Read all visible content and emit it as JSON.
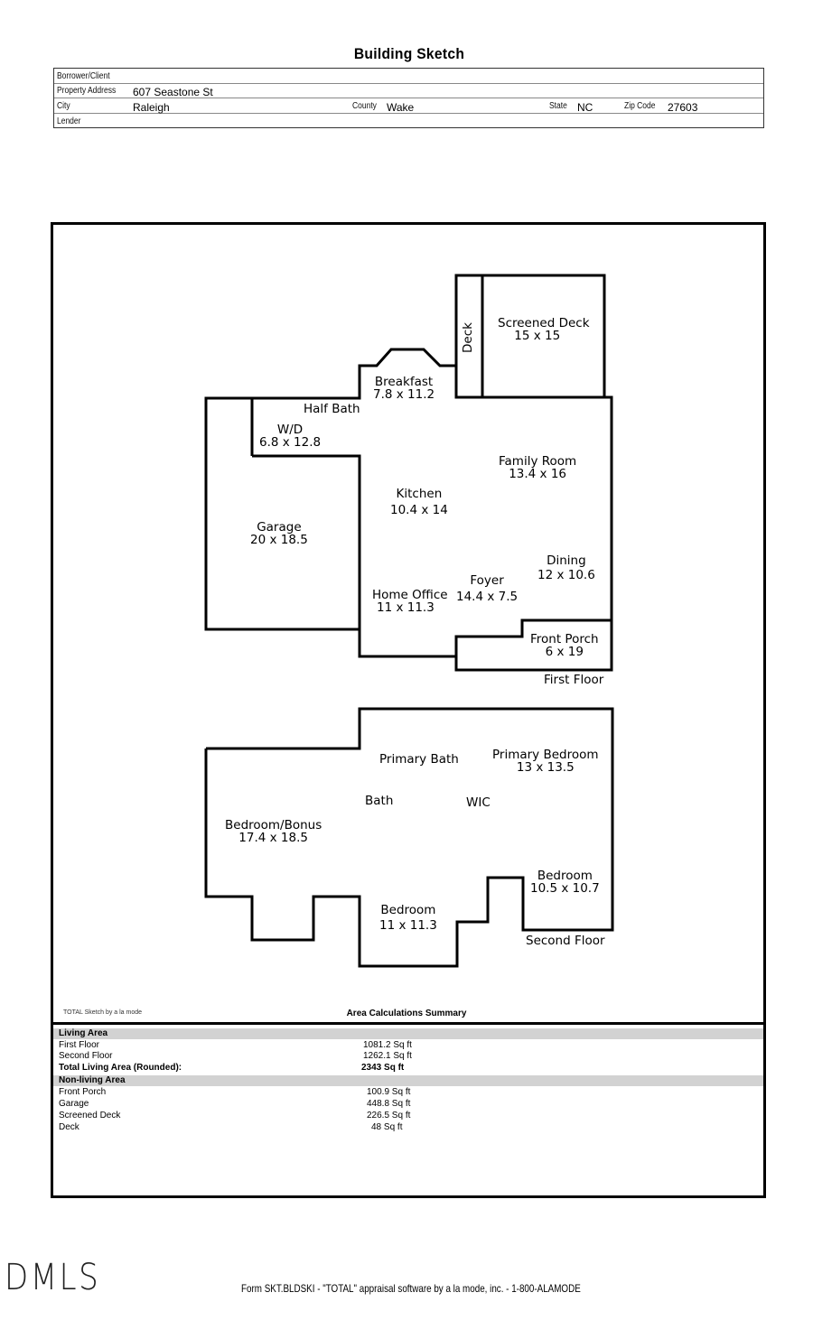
{
  "title": "Building Sketch",
  "header": {
    "borrower_label": "Borrower/Client",
    "borrower_value": "",
    "address_label": "Property Address",
    "address_value": "607 Seastone St",
    "city_label": "City",
    "city_value": "Raleigh",
    "county_label": "County",
    "county_value": "Wake",
    "state_label": "State",
    "state_value": "NC",
    "zip_label": "Zip Code",
    "zip_value": "27603",
    "lender_label": "Lender",
    "lender_value": ""
  },
  "first_floor": {
    "label": "First Floor",
    "rooms": [
      {
        "name": "Screened Deck",
        "dims": "15 x 15"
      },
      {
        "name": "Deck",
        "dims": ""
      },
      {
        "name": "Breakfast",
        "dims": "7.8 x 11.2"
      },
      {
        "name": "Half Bath",
        "dims": ""
      },
      {
        "name": "W/D",
        "dims": "6.8 x 12.8"
      },
      {
        "name": "Family Room",
        "dims": "13.4 x 16"
      },
      {
        "name": "Kitchen",
        "dims": "10.4 x 14"
      },
      {
        "name": "Garage",
        "dims": "20 x 18.5"
      },
      {
        "name": "Dining",
        "dims": "12 x 10.6"
      },
      {
        "name": "Foyer",
        "dims": "14.4 x 7.5"
      },
      {
        "name": "Home Office",
        "dims": "11 x 11.3"
      },
      {
        "name": "Front Porch",
        "dims": "6 x 19"
      }
    ]
  },
  "second_floor": {
    "label": "Second Floor",
    "rooms": [
      {
        "name": "Primary Bath",
        "dims": ""
      },
      {
        "name": "Primary Bedroom",
        "dims": "13 x 13.5"
      },
      {
        "name": "Bath",
        "dims": ""
      },
      {
        "name": "WIC",
        "dims": ""
      },
      {
        "name": "Bedroom/Bonus",
        "dims": "17.4 x 18.5"
      },
      {
        "name": "Bedroom",
        "dims": "10.5 x 10.7"
      },
      {
        "name": "Bedroom",
        "dims": "11 x 11.3"
      }
    ]
  },
  "sketch_credit": "TOTAL Sketch by a la mode",
  "summary": {
    "title": "Area Calculations Summary",
    "living_header": "Living Area",
    "living": [
      {
        "label": "First Floor",
        "value": "1081.2 Sq ft"
      },
      {
        "label": "Second Floor",
        "value": "1262.1 Sq ft"
      }
    ],
    "total_label": "Total Living Area (Rounded):",
    "total_value": "2343 Sq ft",
    "nonliving_header": "Non-living Area",
    "nonliving": [
      {
        "label": "Front Porch",
        "value": "100.9 Sq ft"
      },
      {
        "label": "Garage",
        "value": "448.8 Sq ft"
      },
      {
        "label": "Screened Deck",
        "value": "226.5 Sq ft"
      },
      {
        "label": "Deck",
        "value": "48 Sq ft"
      }
    ]
  },
  "watermark": "DMLS",
  "footer": "Form SKT.BLDSKI - \"TOTAL\" appraisal software by a la mode, inc. - 1-800-ALAMODE"
}
